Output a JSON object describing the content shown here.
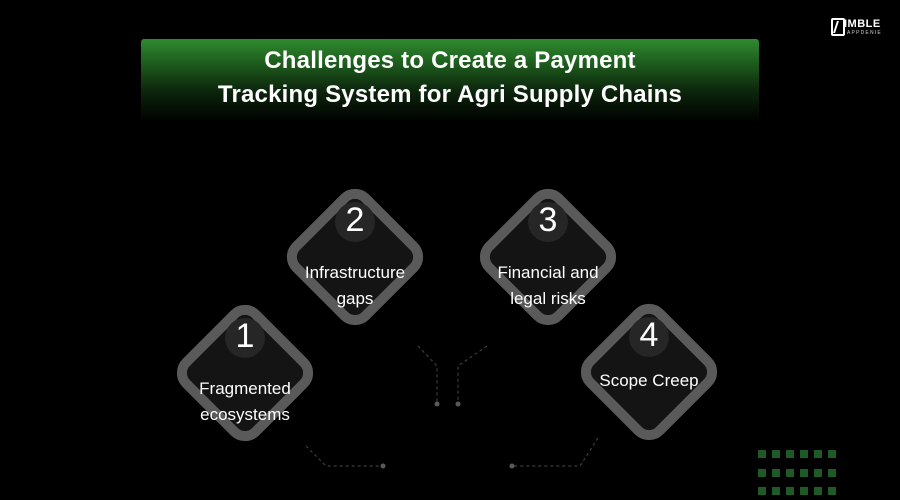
{
  "title": {
    "line1": "Challenges to Create a Payment",
    "line2": "Tracking System for Agri Supply Chains"
  },
  "logo": {
    "word": "IMBLE",
    "sub": "APPDENIE"
  },
  "steps": [
    {
      "number": "1",
      "label_line1": "Fragmented",
      "label_line2": "ecosystems"
    },
    {
      "number": "2",
      "label_line1": "Infrastructure",
      "label_line2": "gaps"
    },
    {
      "number": "3",
      "label_line1": "Financial and",
      "label_line2": "legal risks"
    },
    {
      "number": "4",
      "label_line1": "Scope Creep",
      "label_line2": ""
    }
  ],
  "colors": {
    "background": "#000000",
    "banner_green": "#2f8a2f",
    "card_border": "#5a5a5a",
    "accent_dots": "#1f5a26"
  }
}
